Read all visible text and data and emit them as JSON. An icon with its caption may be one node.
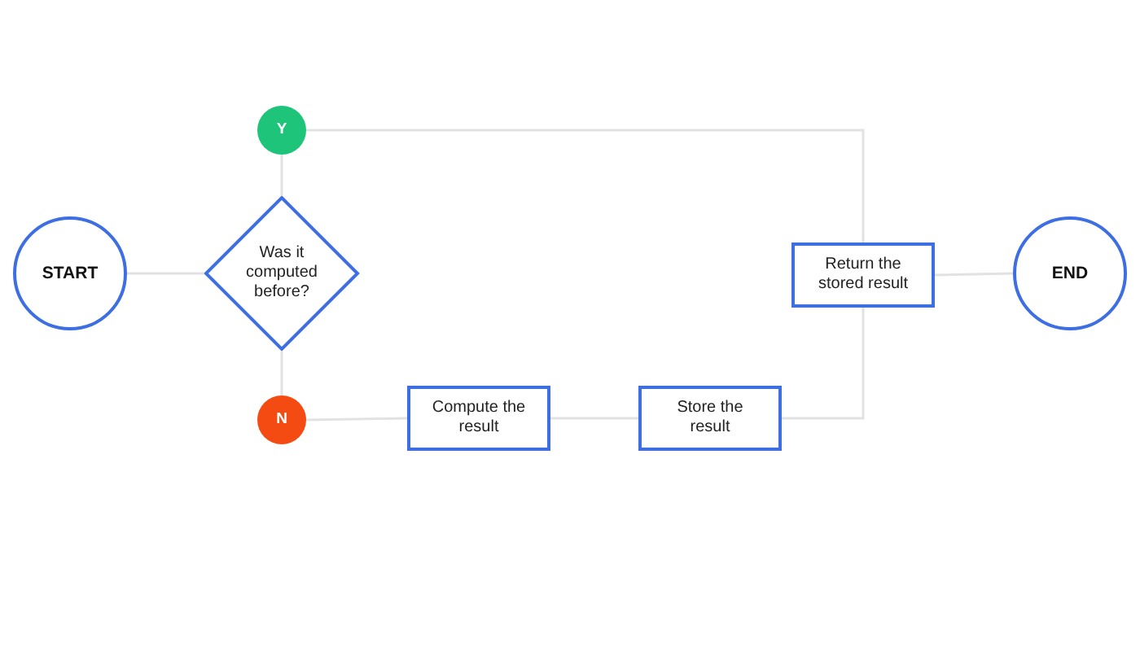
{
  "diagram": {
    "nodes": [
      {
        "text": [
          "START"
        ]
      },
      {
        "text": [
          "Was it computed before?"
        ]
      },
      {
        "text": [
          "Y"
        ]
      },
      {
        "text": [
          "N"
        ]
      },
      {
        "text": [
          "Compute the result"
        ]
      },
      {
        "text": [
          "Store the result"
        ]
      },
      {
        "text": [
          "Return the stored result"
        ]
      },
      {
        "text": [
          "END"
        ]
      }
    ],
    "edges": [
      {
        "from": 0,
        "to": 1,
        "arrow": "none"
      },
      {
        "from": 1,
        "to": 2,
        "arrow": "none"
      },
      {
        "from": 1,
        "to": 3,
        "arrow": "none"
      },
      {
        "from": 2,
        "to": 6,
        "arrow": "none"
      },
      {
        "from": 3,
        "to": 4,
        "arrow": "none"
      },
      {
        "from": 4,
        "to": 5,
        "arrow": "none"
      },
      {
        "from": 5,
        "to": 6,
        "arrow": "none"
      },
      {
        "from": 6,
        "to": 7,
        "arrow": "none"
      }
    ]
  }
}
